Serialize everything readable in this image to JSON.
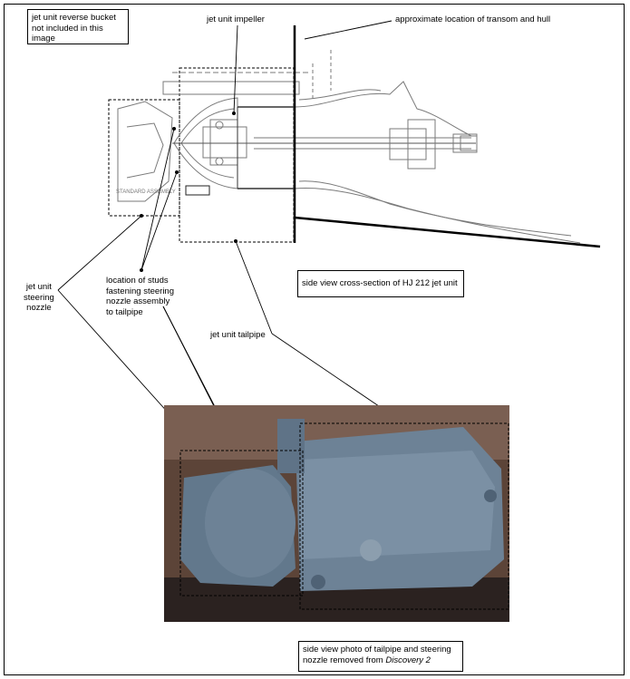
{
  "labels": {
    "reverse_bucket_line1": "jet unit reverse bucket",
    "reverse_bucket_line2": "not included in this",
    "reverse_bucket_line3": "image",
    "impeller": "jet unit impeller",
    "transom": "approximate location of transom and hull",
    "steering_nozzle_line1": "jet unit",
    "steering_nozzle_line2": "steering",
    "steering_nozzle_line3": "nozzle",
    "studs_line1": "location of studs",
    "studs_line2": "fastening steering",
    "studs_line3": "nozzle assembly",
    "studs_line4": "to tailpipe",
    "tailpipe": "jet unit tailpipe",
    "cross_section": "side view cross-section of HJ 212 jet unit",
    "photo_caption_line1": "side view photo of tailpipe and steering",
    "photo_caption_line2_prefix": "nozzle  removed from ",
    "photo_caption_line2_italic": "Discovery 2",
    "drawing_text": "STANDARD ASSEMBLY"
  },
  "colors": {
    "line": "#000000",
    "drawing": "#7a7a7a",
    "photo_background": "#5c4438",
    "unit_paint": "#6d8296",
    "floor": "#2b2220"
  }
}
